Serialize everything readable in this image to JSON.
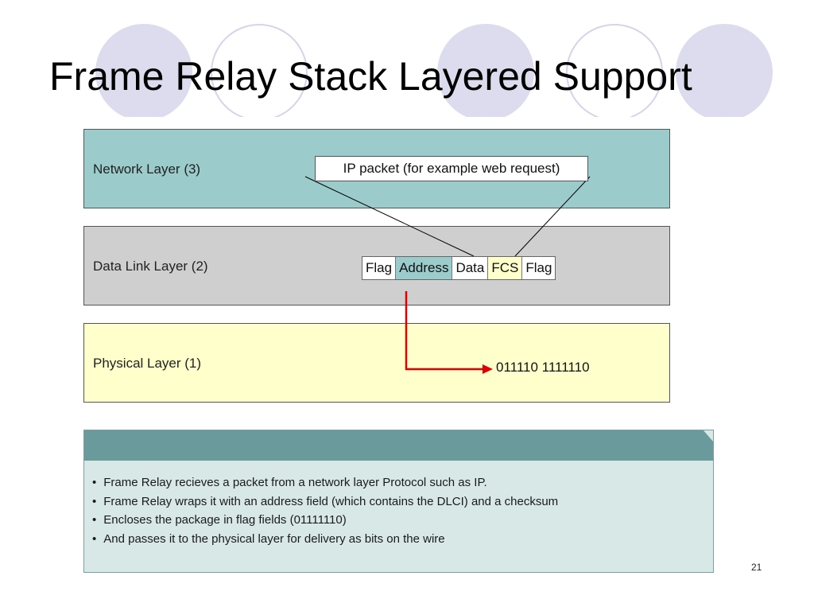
{
  "slide": {
    "title": "Frame Relay Stack Layered Support",
    "number": "21"
  },
  "layers": {
    "network": {
      "label": "Network Layer (3)",
      "color": "#9ccbcb"
    },
    "data_link": {
      "label": "Data Link Layer (2)",
      "color": "#cfcfcf"
    },
    "physical": {
      "label": "Physical Layer (1)",
      "color": "#ffffcc"
    }
  },
  "ip_packet": {
    "label": "IP packet (for example web request)"
  },
  "frame_fields": [
    {
      "label": "Flag",
      "color": "#ffffff"
    },
    {
      "label": "Address",
      "color": "#9ccbcb"
    },
    {
      "label": "Data",
      "color": "#ffffff"
    },
    {
      "label": "FCS",
      "color": "#ffffcc"
    },
    {
      "label": "Flag",
      "color": "#ffffff"
    }
  ],
  "bits": {
    "label": "011110 1111110"
  },
  "arrow_color": "#e00000",
  "info_panel": {
    "bullets": [
      "Frame Relay recieves a packet from a network layer Protocol such as IP.",
      "Frame Relay wraps it with an address field (which contains the DLCI) and a checksum",
      "Encloses the package in flag fields (01111110)",
      "And passes it to the physical layer for delivery as bits on the wire"
    ],
    "header_color": "#6a9a9b",
    "body_color": "#d8e8e7"
  }
}
